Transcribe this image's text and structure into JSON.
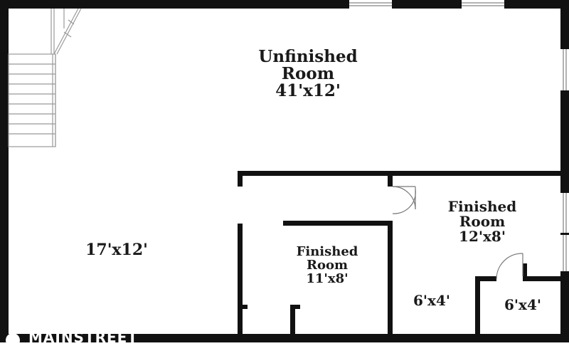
{
  "rooms": {
    "unfinished": {
      "line1": "Unfinished",
      "line2": "Room",
      "size": "41'x12'"
    },
    "left_area": {
      "size": "17'x12'"
    },
    "finished_center": {
      "line1": "Finished",
      "line2": "Room",
      "size": "11'x8'"
    },
    "finished_right": {
      "line1": "Finished",
      "line2": "Room",
      "size": "12'x8'"
    },
    "closet_a": {
      "size": "6'x4'"
    },
    "closet_b": {
      "size": "6'x4'"
    }
  },
  "brand": {
    "text": "MAINSTREET"
  }
}
